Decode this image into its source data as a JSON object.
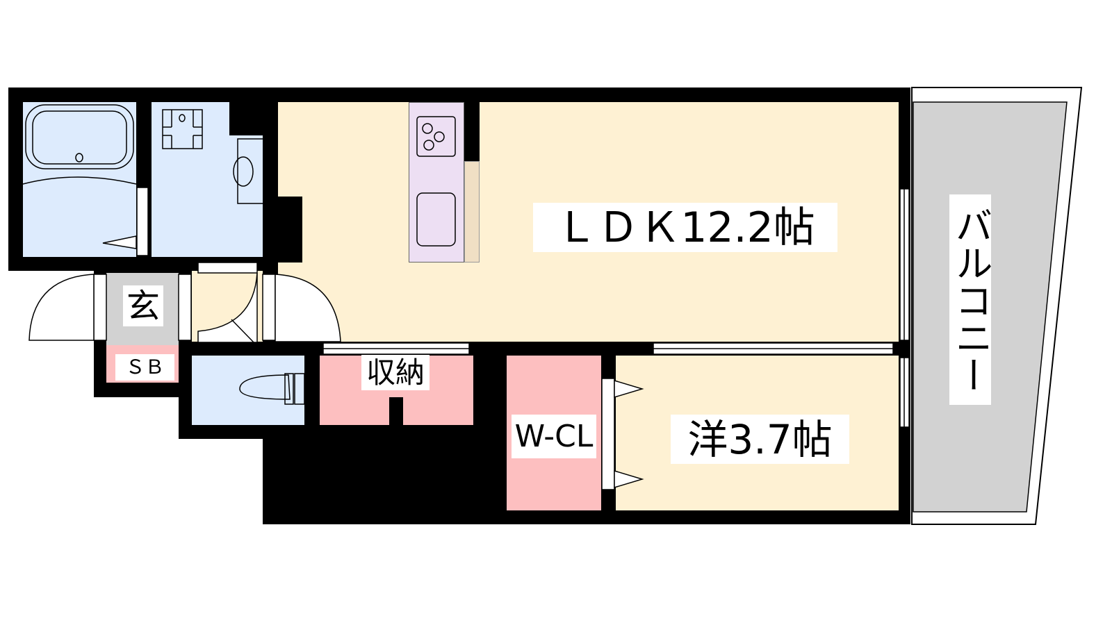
{
  "rooms": {
    "ldk": "ＬＤＫ12.2帖",
    "western": "洋3.7帖",
    "walk_in_closet": "W-CL",
    "storage": "収納",
    "entrance": "玄",
    "shoe_box": "ＳＢ",
    "balcony": "バルコニー"
  },
  "colors": {
    "wall": "#000000",
    "wet_area": "#DDEBFD",
    "living": "#FEF1D3",
    "storage": "#FDBFC0",
    "entrance": "#D2D2D2",
    "kitchen": "#EDDFF3"
  }
}
